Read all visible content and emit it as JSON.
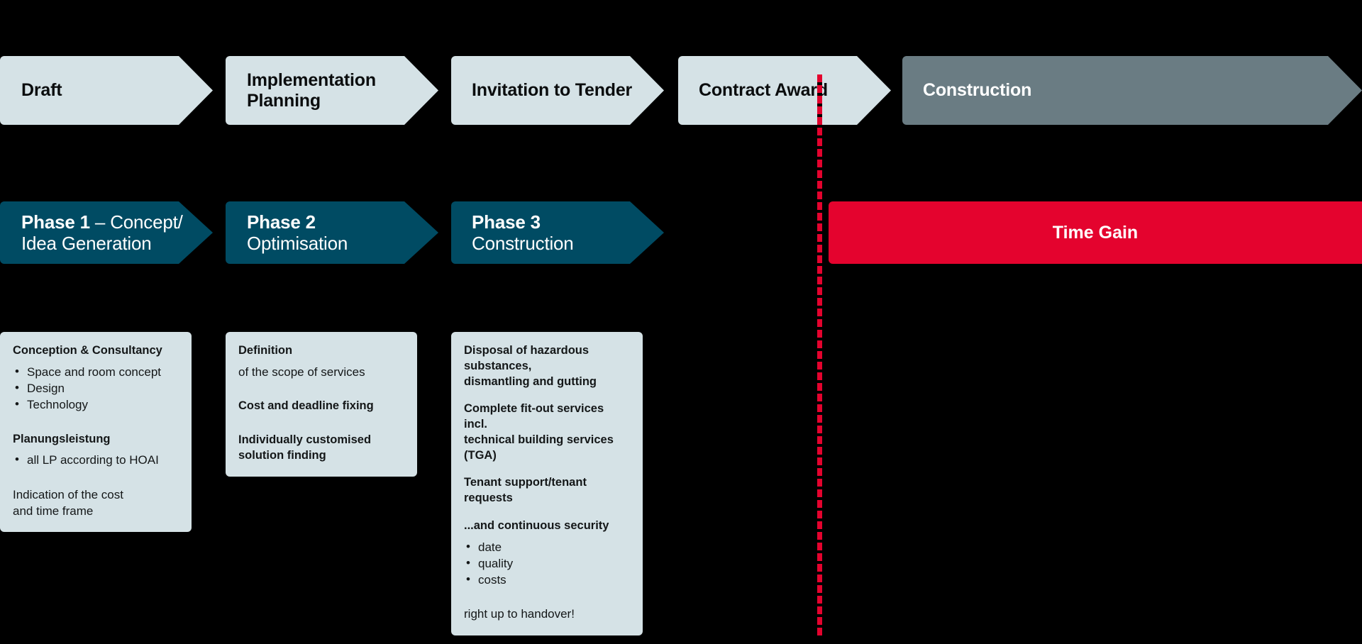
{
  "colors": {
    "background": "#000000",
    "stage_fill": "#d5e2e6",
    "stage_fill_dark": "#6a7c83",
    "phase_fill": "#004b63",
    "accent_red": "#e4032e",
    "text_dark": "#141718",
    "text_light": "#ffffff"
  },
  "stages": [
    {
      "label": "Draft",
      "style": "light"
    },
    {
      "label": "Implementation\nPlanning",
      "style": "light"
    },
    {
      "label": "Invitation to Tender",
      "style": "light"
    },
    {
      "label": "Contract Award",
      "style": "light"
    },
    {
      "label": "Construction",
      "style": "dark"
    }
  ],
  "stage_labels": {
    "draft": "Draft",
    "implementation_line1": "Implementation",
    "implementation_line2": "Planning",
    "invitation": "Invitation to Tender",
    "contract_award": "Contract Award",
    "construction": "Construction"
  },
  "phases": [
    {
      "number": "Phase 1",
      "separator": " – ",
      "title_line1": "Concept/",
      "title_line2": "Idea Generation"
    },
    {
      "number": "Phase 2",
      "separator": "",
      "title_line1": "",
      "title_line2": "Optimisation"
    },
    {
      "number": "Phase 3",
      "separator": "",
      "title_line1": "",
      "title_line2": "Construction"
    }
  ],
  "time_gain": {
    "label": "Time Gain"
  },
  "panel1": {
    "heading1": "Conception & Consultancy",
    "bullets1": [
      "Space and room concept",
      "Design",
      "Technology"
    ],
    "heading2": "Planungsleistung",
    "bullets2": [
      "all LP according to HOAI"
    ],
    "footer_line1": "Indication of the cost",
    "footer_line2": "and time frame"
  },
  "panel2": {
    "heading1": "Definition",
    "text1": "of the scope of services",
    "heading2": "Cost and deadline fixing",
    "heading3_line1": "Individually customised",
    "heading3_line2": "solution finding"
  },
  "panel3": {
    "heading1_line1": "Disposal of hazardous substances,",
    "heading1_line2": "dismantling and gutting",
    "heading2_line1": "Complete fit-out services incl.",
    "heading2_line2": "technical building services (TGA)",
    "heading3": "Tenant support/tenant requests",
    "heading4": "...and continuous security",
    "bullets": [
      "date",
      "quality",
      "costs"
    ],
    "footer": "right up to handover!"
  }
}
